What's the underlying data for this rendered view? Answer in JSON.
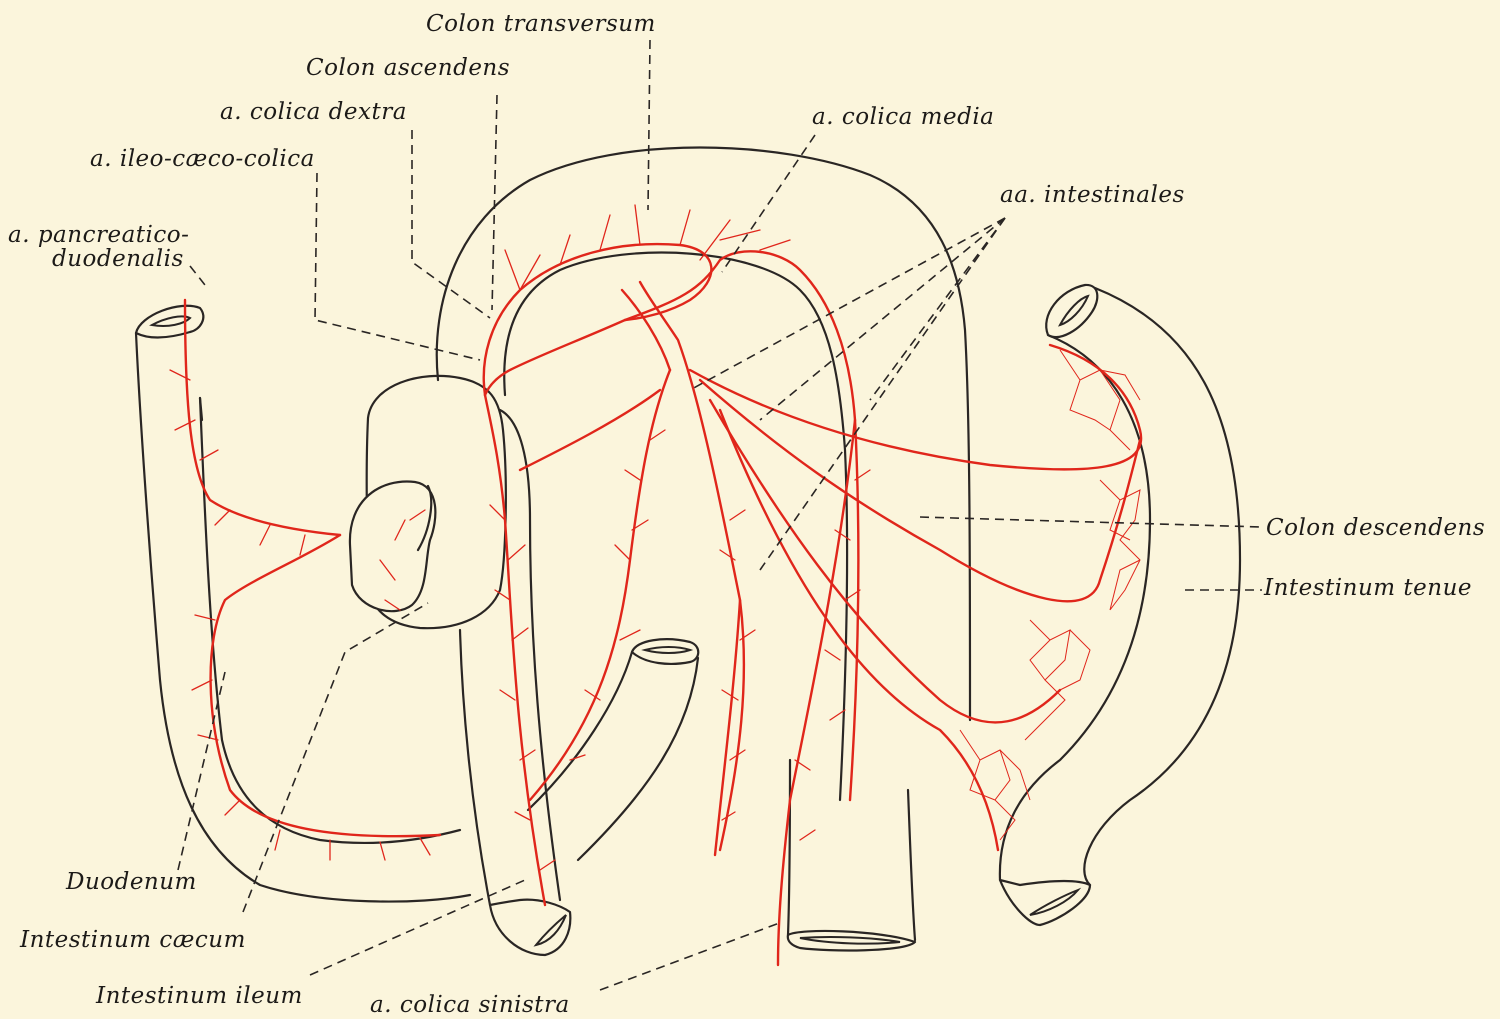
{
  "colors": {
    "background": "#fbf5dc",
    "outline": "#2a2624",
    "vessel": "#e0261b"
  },
  "labels": {
    "colon_transversum": "Colon transversum",
    "colon_ascendens": "Colon ascendens",
    "a_colica_dextra": "a. colica dextra",
    "a_ileo_caeco_colica": "a. ileo-cæco-colica",
    "a_pancreatico_duodenalis_line1": "a. pancreatico-",
    "a_pancreatico_duodenalis_line2": "duodenalis",
    "a_colica_media": "a. colica media",
    "aa_intestinales": "aa. intestinales",
    "colon_descendens": "Colon descendens",
    "intestinum_tenue": "Intestinum tenue",
    "duodenum": "Duodenum",
    "intestinum_caecum": "Intestinum cæcum",
    "intestinum_ileum": "Intestinum ileum",
    "a_colica_sinistra": "a. colica sinistra"
  }
}
